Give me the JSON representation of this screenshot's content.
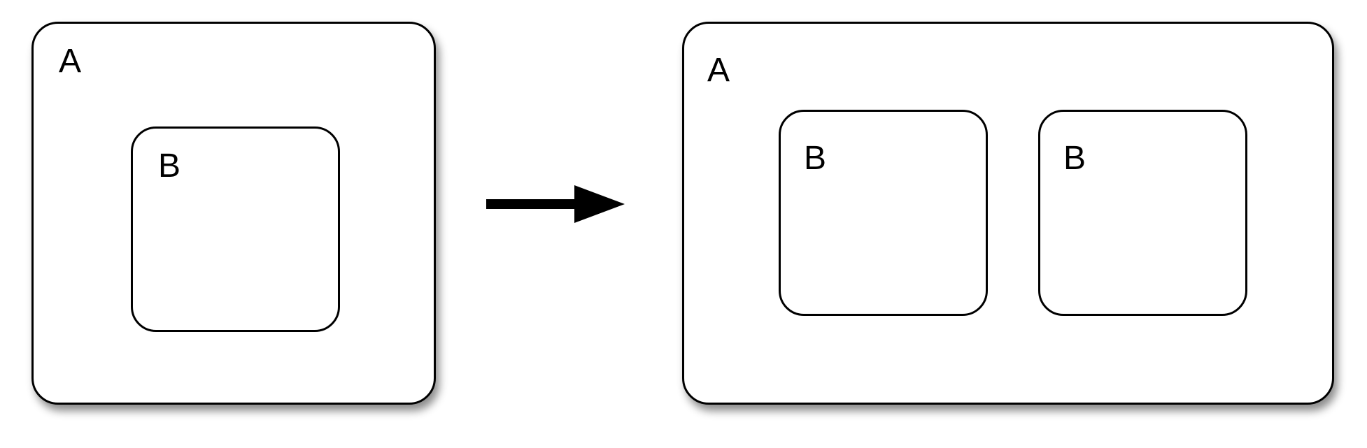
{
  "diagram": {
    "left": {
      "outer_label": "A",
      "inner_label": "B"
    },
    "transition": {
      "icon": "right-arrow-icon",
      "color": "#000000"
    },
    "right": {
      "outer_label": "A",
      "inner_labels": [
        "B",
        "B"
      ]
    },
    "colors": {
      "stroke": "#000000",
      "fill": "#ffffff"
    }
  }
}
